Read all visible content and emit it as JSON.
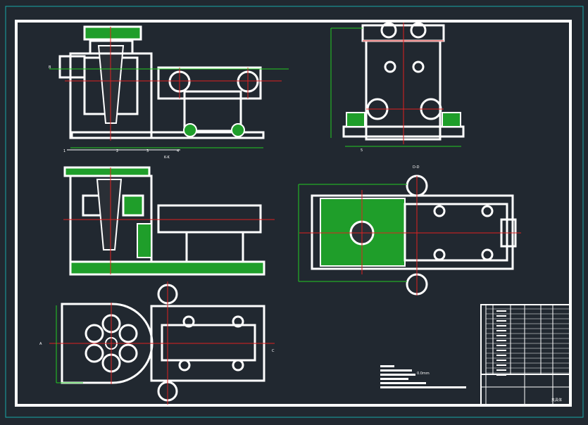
{
  "drawing": {
    "background": "#212830",
    "colors": {
      "outline": "#ffffff",
      "centerline": "#e02020",
      "dimension": "#22cc22",
      "hatch": "#1f9e2a",
      "frame_outer": "#16a8a8"
    },
    "section_labels": {
      "kk": "K-K",
      "dd": "D-D"
    },
    "ref_markers": {
      "a": "A",
      "b": "B",
      "c": "C",
      "n1": "1",
      "n2": "2",
      "n3": "3",
      "n4": "4",
      "n5": "5"
    },
    "notes": {
      "size": "0.0mm"
    },
    "title_block": {
      "caption": "夹具体"
    }
  }
}
